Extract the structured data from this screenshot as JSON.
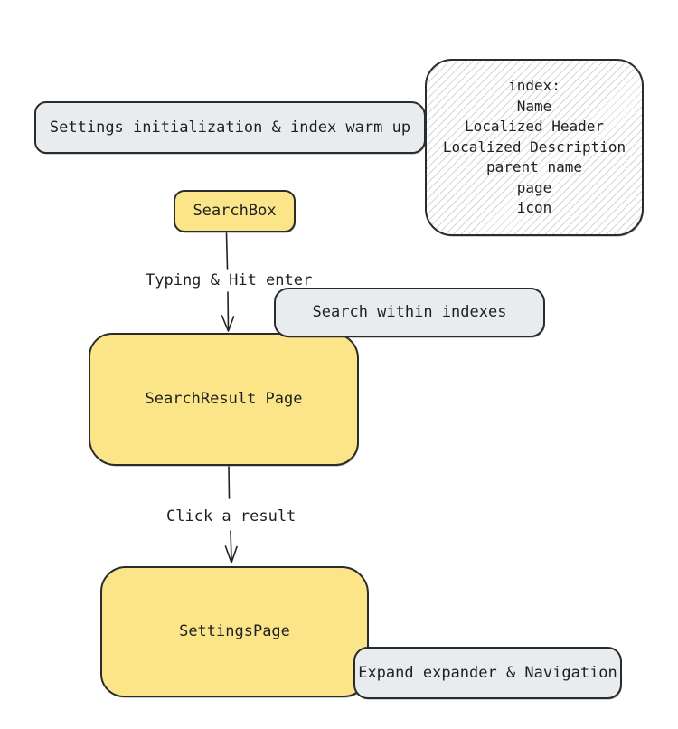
{
  "diagram": {
    "nodes": {
      "settings_init": {
        "label": "Settings initialization & index warm up",
        "fill": "#e9ecef"
      },
      "index_note": {
        "lines": [
          "index:",
          "Name",
          "Localized Header",
          "Localized Description",
          "parent name",
          "page",
          "icon"
        ],
        "fill": "hatched-white"
      },
      "search_box": {
        "label": "SearchBox",
        "fill": "#fce588"
      },
      "search_within": {
        "label": "Search within indexes",
        "fill": "#e9ecef"
      },
      "search_result": {
        "label": "SearchResult Page",
        "fill": "#fce588"
      },
      "settings_page": {
        "label": "SettingsPage",
        "fill": "#fce588"
      },
      "expand_nav": {
        "label": "Expand expander & Navigation",
        "fill": "#e9ecef"
      }
    },
    "edges": {
      "typing_enter": {
        "label": "Typing & Hit enter",
        "from": "search_box",
        "to": "search_result"
      },
      "click_result": {
        "label": "Click a result",
        "from": "search_result",
        "to": "settings_page"
      }
    },
    "colors": {
      "stroke": "#2a2b2d",
      "text": "#1e1f20",
      "yellow_fill": "#fce588",
      "gray_fill": "#e9ecef",
      "background": "#ffffff"
    }
  }
}
